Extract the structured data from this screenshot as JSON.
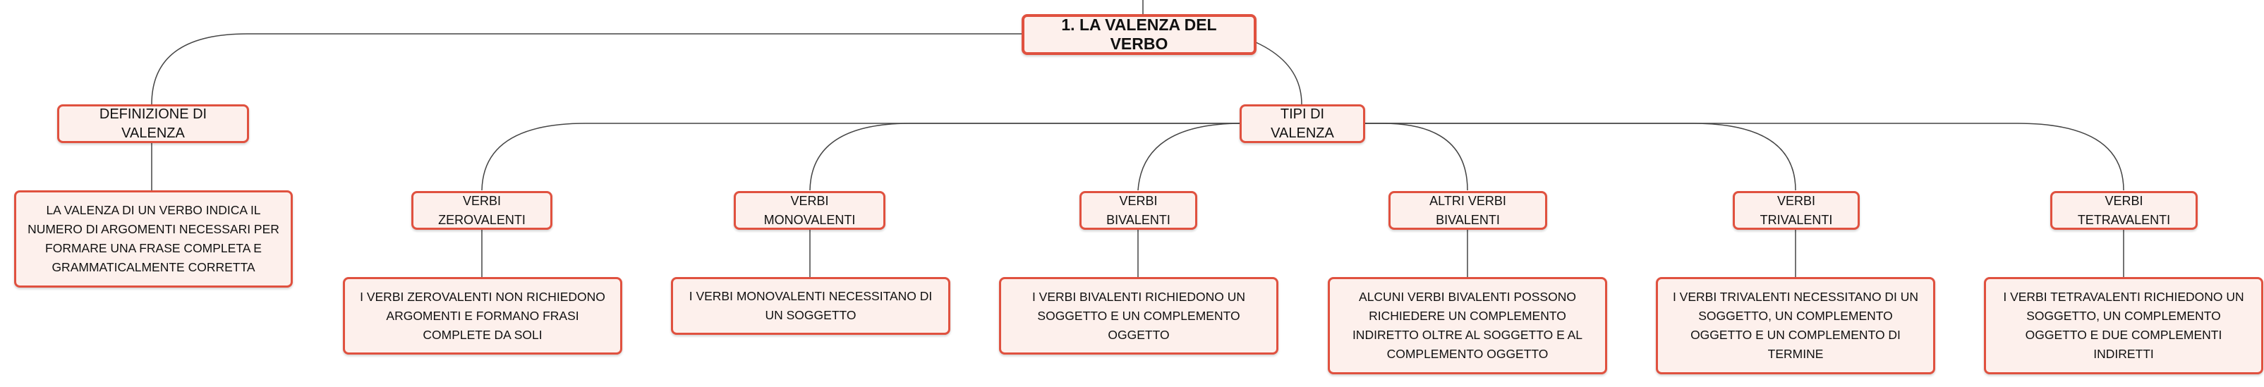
{
  "diagram": {
    "root": {
      "label": "1. LA VALENZA DEL VERBO"
    },
    "definizione": {
      "label": "DEFINIZIONE DI VALENZA",
      "description": "LA VALENZA DI UN VERBO INDICA IL NUMERO DI ARGOMENTI NECESSARI PER FORMARE UNA FRASE COMPLETA E GRAMMATICALMENTE CORRETTA"
    },
    "tipi": {
      "label": "TIPI DI VALENZA",
      "children": [
        {
          "label": "VERBI ZEROVALENTI",
          "description": "I VERBI ZEROVALENTI NON RICHIEDONO ARGOMENTI E FORMANO FRASI COMPLETE DA SOLI"
        },
        {
          "label": "VERBI MONOVALENTI",
          "description": "I VERBI MONOVALENTI NECESSITANO DI UN SOGGETTO"
        },
        {
          "label": "VERBI BIVALENTI",
          "description": "I VERBI BIVALENTI RICHIEDONO UN SOGGETTO E UN COMPLEMENTO OGGETTO"
        },
        {
          "label": "ALTRI VERBI BIVALENTI",
          "description": "ALCUNI VERBI BIVALENTI POSSONO RICHIEDERE UN COMPLEMENTO INDIRETTO OLTRE AL SOGGETTO E AL COMPLEMENTO OGGETTO"
        },
        {
          "label": "VERBI TRIVALENTI",
          "description": "I VERBI TRIVALENTI NECESSITANO DI UN SOGGETTO, UN COMPLEMENTO OGGETTO E UN COMPLEMENTO DI TERMINE"
        },
        {
          "label": "VERBI TETRAVALENTI",
          "description": "I VERBI TETRAVALENTI RICHIEDONO UN SOGGETTO, UN COMPLEMENTO OGGETTO E DUE COMPLEMENTI INDIRETTI"
        }
      ]
    },
    "colors": {
      "border": "#e0513f",
      "fill": "#fdf0ec",
      "line": "#444444"
    }
  }
}
